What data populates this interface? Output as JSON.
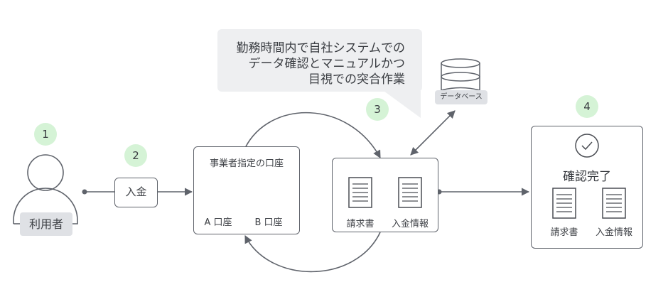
{
  "steps": [
    {
      "number": "1"
    },
    {
      "number": "2"
    },
    {
      "number": "3"
    },
    {
      "number": "4"
    }
  ],
  "user": {
    "label": "利用者",
    "icon": "person-icon"
  },
  "payment": {
    "label": "入金"
  },
  "accounts": {
    "title": "事業者指定の口座",
    "items": [
      {
        "label": "A 口座",
        "icon": "building-icon"
      },
      {
        "label": "B 口座",
        "icon": "building-icon"
      }
    ]
  },
  "callout": {
    "lines": [
      "勤務時間内で自社システムでの",
      "データ確認とマニュアルかつ",
      "目視での突合作業"
    ]
  },
  "database": {
    "label": "データベース",
    "icon": "database-icon"
  },
  "reconcile": {
    "items": [
      {
        "label": "請求書",
        "icon": "document-icon"
      },
      {
        "label": "入金情報",
        "icon": "document-icon"
      }
    ]
  },
  "complete": {
    "title": "確認完了",
    "icon": "check-circle-icon",
    "items": [
      {
        "label": "請求書",
        "icon": "document-icon"
      },
      {
        "label": "入金情報",
        "icon": "document-icon"
      }
    ]
  },
  "colors": {
    "stroke": "#5f636b",
    "badge": "#d5f3d6",
    "bubble": "#eeeff1",
    "tag": "#dfe1e5"
  }
}
